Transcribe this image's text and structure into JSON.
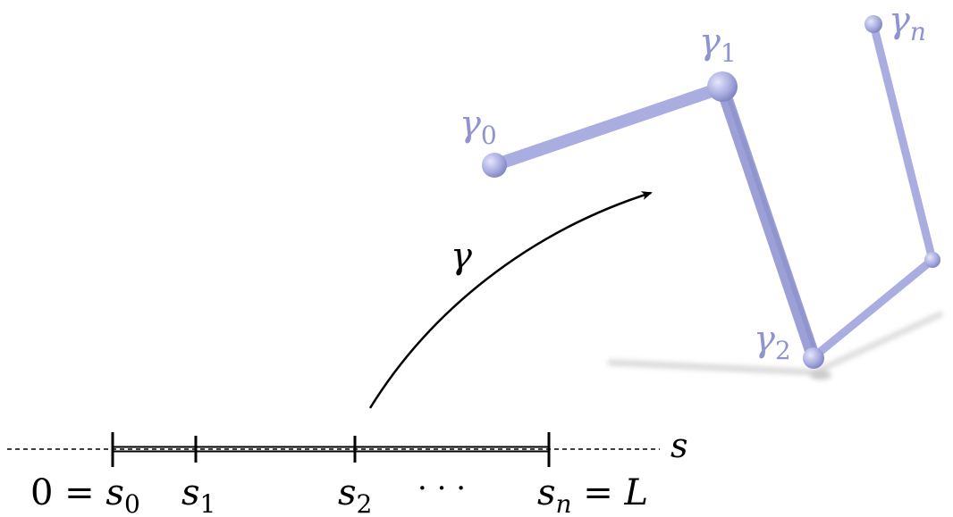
{
  "axis": {
    "variable": "s",
    "ticks": [
      {
        "parts": [
          {
            "t": "0",
            "it": false
          },
          {
            "t": " = ",
            "it": false
          },
          {
            "t": "s",
            "it": true
          },
          {
            "t": "0",
            "sub": true
          }
        ]
      },
      {
        "parts": [
          {
            "t": "s",
            "it": true
          },
          {
            "t": "1",
            "sub": true
          }
        ]
      },
      {
        "parts": [
          {
            "t": "s",
            "it": true
          },
          {
            "t": "2",
            "sub": true
          }
        ]
      },
      {
        "parts": [
          {
            "t": "s",
            "it": true
          },
          {
            "t": "n",
            "sub": true,
            "it": true
          },
          {
            "t": " = ",
            "it": false
          },
          {
            "t": "L",
            "it": true
          }
        ]
      }
    ],
    "ellipsis": "· · ·"
  },
  "map": {
    "label": "γ"
  },
  "curve": {
    "vertices": [
      {
        "sym": "γ",
        "sub": "0",
        "subItalic": false
      },
      {
        "sym": "γ",
        "sub": "1",
        "subItalic": false
      },
      {
        "sym": "γ",
        "sub": "2",
        "subItalic": false
      },
      {
        "sym": "γ",
        "sub": "n",
        "subItalic": true
      }
    ]
  },
  "colors": {
    "curve": "#a9addf",
    "curveDark": "#8a8ec8",
    "labels": "#8f93cf",
    "shadow": "#d6d6d6",
    "ink": "#000000"
  }
}
